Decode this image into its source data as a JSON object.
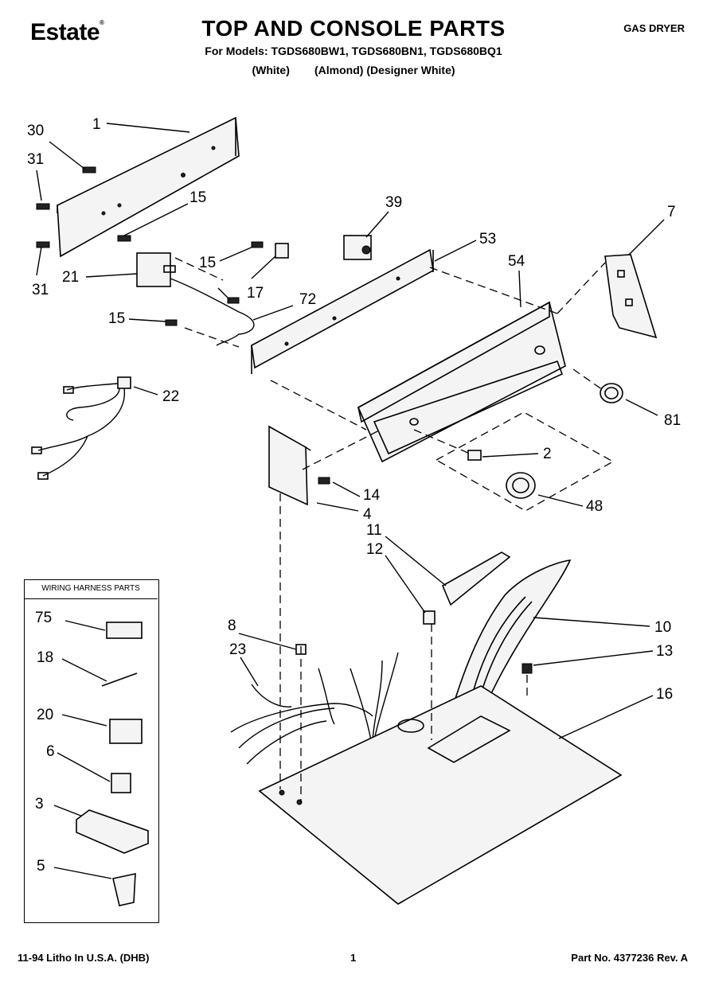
{
  "header": {
    "brand": "Estate",
    "brand_mark": "®",
    "title": "TOP AND CONSOLE PARTS",
    "models": "For Models: TGDS680BW1, TGDS680BN1, TGDS680BQ1",
    "variants": "(White)        (Almond) (Designer White)",
    "product_type": "GAS DRYER"
  },
  "callouts": [
    "1",
    "30",
    "31",
    "31",
    "15",
    "15",
    "15",
    "21",
    "17",
    "72",
    "39",
    "53",
    "7",
    "54",
    "22",
    "81",
    "2",
    "14",
    "4",
    "48",
    "11",
    "12",
    "8",
    "23",
    "10",
    "13",
    "16"
  ],
  "legend": {
    "title": "WIRING HARNESS PARTS",
    "items": [
      "75",
      "18",
      "20",
      "6",
      "3",
      "5"
    ]
  },
  "footer": {
    "left": "11-94 Litho In U.S.A. (DHB)",
    "page": "1",
    "part_no": "Part No. 4377236 Rev. A"
  }
}
